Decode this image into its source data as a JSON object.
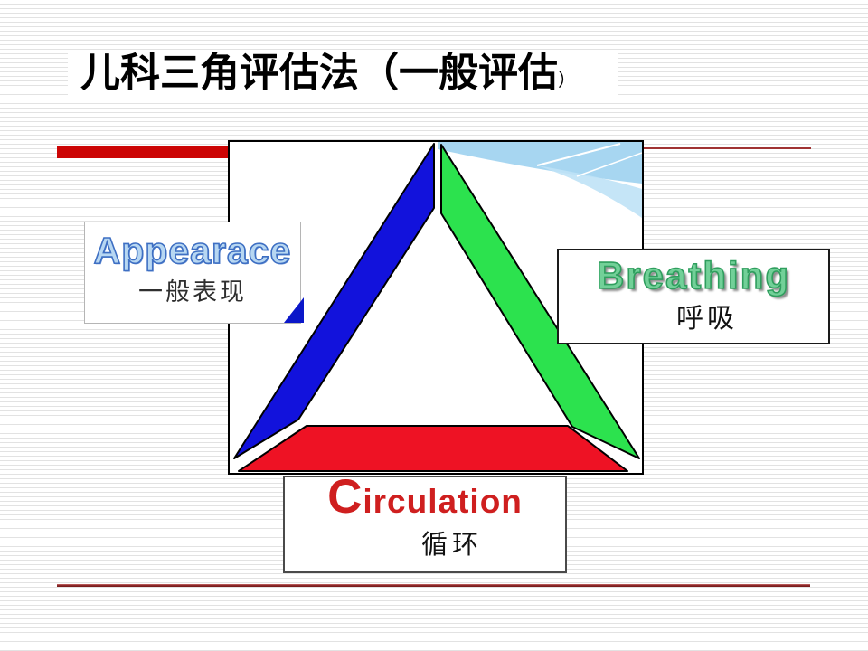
{
  "slide": {
    "title": {
      "text": "儿科三角评估法（一般评估",
      "closing_paren": "）"
    },
    "accents": {
      "left_bar_color": "#cc0505",
      "right_line_color": "#a03333",
      "bottom_line_color": "#7c1d1d",
      "stripe_color": "#e2e2e2"
    }
  },
  "diagram": {
    "name": "pediatric-assessment-triangle",
    "swoosh_color_main": "#9dd1ef",
    "swoosh_color_secondary": "#bfe2f6",
    "sides": {
      "appearance": {
        "color": "#1212dc"
      },
      "breathing": {
        "color": "#2ce24e"
      },
      "circulation": {
        "color": "#ee1224"
      }
    },
    "labels": {
      "appearance": {
        "en": "Appearace",
        "zh": "一般表现",
        "text_fill": "#b7d7f2",
        "text_outline": "#3e6fc3"
      },
      "breathing": {
        "en": "Breathing",
        "zh": "呼吸",
        "text_fill": "#72d098",
        "text_outline": "#2f9e5e"
      },
      "circulation": {
        "en_initial": "C",
        "en_rest": "irculation",
        "zh": "循环",
        "text_color": "#cf1f1f"
      }
    }
  }
}
